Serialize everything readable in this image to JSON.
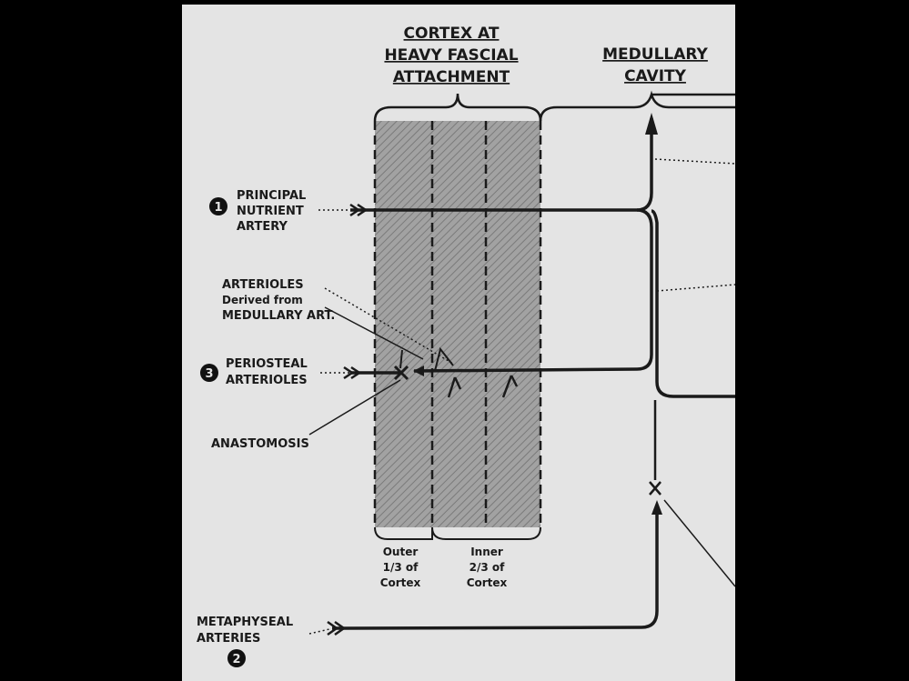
{
  "headers": {
    "cortex": [
      "CORTEX AT",
      "HEAVY FASCIAL",
      "ATTACHMENT"
    ],
    "medullary": [
      "MEDULLARY",
      "CAVITY"
    ]
  },
  "labels": {
    "principal": [
      "PRINCIPAL",
      "NUTRIENT",
      "ARTERY"
    ],
    "principal_num": "1",
    "arterioles": [
      "ARTERIOLES",
      "Derived from",
      "MEDULLARY ART."
    ],
    "periosteal": [
      "PERIOSTEAL",
      "ARTERIOLES"
    ],
    "periosteal_num": "3",
    "anastomosis": "ANASTOMOSIS",
    "metaphyseal": [
      "METAPHYSEAL",
      "ARTERIES"
    ],
    "metaphyseal_num": "2",
    "outer": [
      "Outer",
      "1/3 of",
      "Cortex"
    ],
    "inner": [
      "Inner",
      "2/3 of",
      "Cortex"
    ]
  },
  "colors": {
    "panel": "#e4e4e4",
    "ink": "#1a1a1a",
    "cortex_fill": "#9a9a9a"
  }
}
